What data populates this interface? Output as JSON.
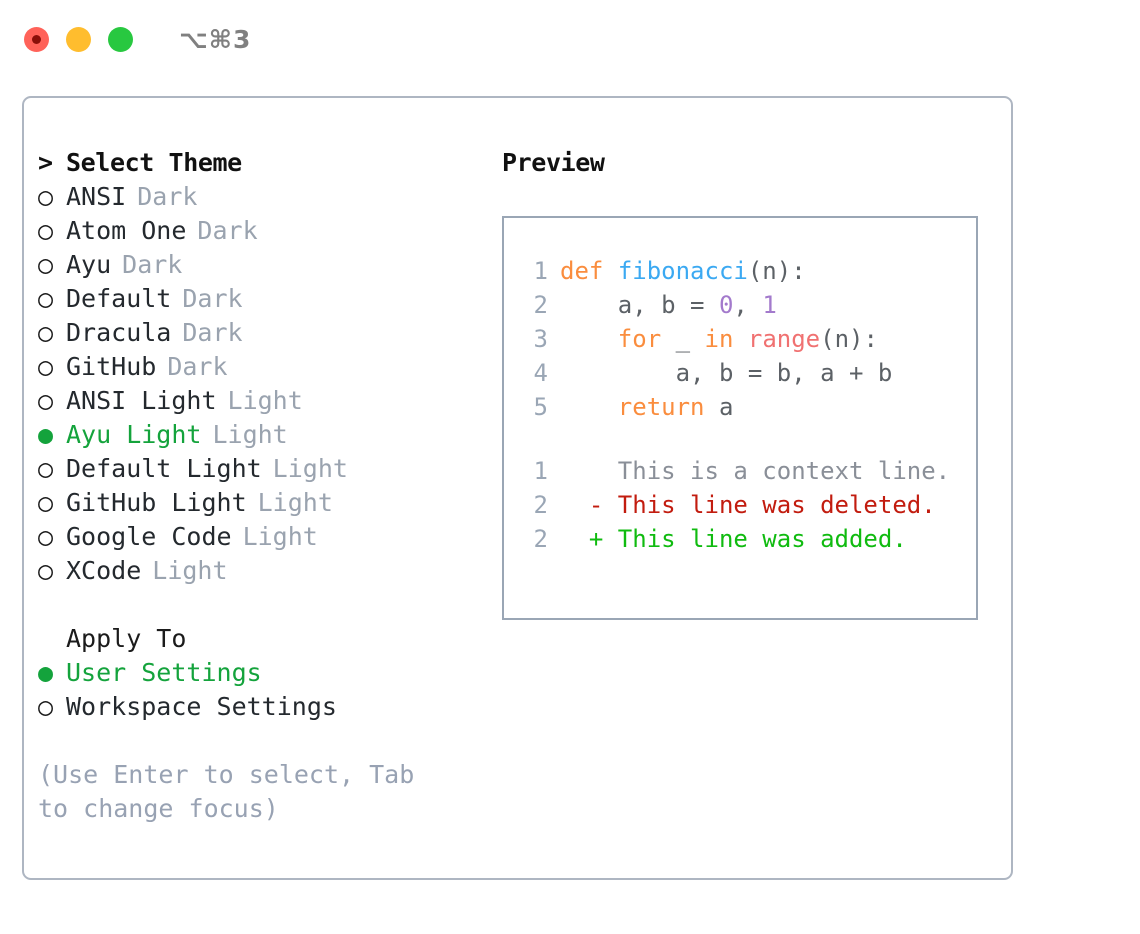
{
  "titlebar": {
    "buttons": [
      {
        "name": "close",
        "color": "#ff6259"
      },
      {
        "name": "minimize",
        "color": "#ffbd2e"
      },
      {
        "name": "maximize",
        "color": "#28c840"
      }
    ],
    "shortcut": "⌥⌘3"
  },
  "left": {
    "header": {
      "marker": ">",
      "label": "Select Theme"
    },
    "themes": [
      {
        "marker": "○",
        "label": "ANSI",
        "tag": "Dark",
        "selected": false
      },
      {
        "marker": "○",
        "label": "Atom One",
        "tag": "Dark",
        "selected": false
      },
      {
        "marker": "○",
        "label": "Ayu",
        "tag": "Dark",
        "selected": false
      },
      {
        "marker": "○",
        "label": "Default",
        "tag": "Dark",
        "selected": false
      },
      {
        "marker": "○",
        "label": "Dracula",
        "tag": "Dark",
        "selected": false
      },
      {
        "marker": "○",
        "label": "GitHub",
        "tag": "Dark",
        "selected": false
      },
      {
        "marker": "○",
        "label": "ANSI Light",
        "tag": "Light",
        "selected": false
      },
      {
        "marker": "●",
        "label": "Ayu Light",
        "tag": "Light",
        "selected": true
      },
      {
        "marker": "○",
        "label": "Default Light",
        "tag": "Light",
        "selected": false
      },
      {
        "marker": "○",
        "label": "GitHub Light",
        "tag": "Light",
        "selected": false
      },
      {
        "marker": "○",
        "label": "Google Code",
        "tag": "Light",
        "selected": false
      },
      {
        "marker": "○",
        "label": "XCode",
        "tag": "Light",
        "selected": false
      }
    ],
    "apply_to": {
      "title": "Apply To",
      "options": [
        {
          "marker": "●",
          "label": "User Settings",
          "selected": true
        },
        {
          "marker": "○",
          "label": "Workspace Settings",
          "selected": false
        }
      ]
    },
    "hint": "(Use Enter to select, Tab to change focus)"
  },
  "preview": {
    "title": "Preview",
    "code_lines": [
      {
        "no": "1",
        "tokens": [
          {
            "t": "def",
            "c": "kw"
          },
          {
            "t": " ",
            "c": "pl"
          },
          {
            "t": "fibonacci",
            "c": "fn"
          },
          {
            "t": "(n):",
            "c": "punc"
          }
        ]
      },
      {
        "no": "2",
        "tokens": [
          {
            "t": "    a, b = ",
            "c": "pl"
          },
          {
            "t": "0",
            "c": "num"
          },
          {
            "t": ", ",
            "c": "pl"
          },
          {
            "t": "1",
            "c": "num"
          }
        ]
      },
      {
        "no": "3",
        "tokens": [
          {
            "t": "    ",
            "c": "pl"
          },
          {
            "t": "for",
            "c": "kw"
          },
          {
            "t": " _ ",
            "c": "pl"
          },
          {
            "t": "in",
            "c": "kw"
          },
          {
            "t": " ",
            "c": "pl"
          },
          {
            "t": "range",
            "c": "bi"
          },
          {
            "t": "(n):",
            "c": "punc"
          }
        ]
      },
      {
        "no": "4",
        "tokens": [
          {
            "t": "        a, b = b, a + b",
            "c": "pl"
          }
        ]
      },
      {
        "no": "5",
        "tokens": [
          {
            "t": "    ",
            "c": "pl"
          },
          {
            "t": "return",
            "c": "kw"
          },
          {
            "t": " a",
            "c": "pl"
          }
        ]
      }
    ],
    "diff_lines": [
      {
        "no": "1",
        "sign": " ",
        "text": "This is a context line.",
        "kind": "ctx"
      },
      {
        "no": "2",
        "sign": "-",
        "text": "This line was deleted.",
        "kind": "del"
      },
      {
        "no": "2",
        "sign": "+",
        "text": "This line was added.",
        "kind": "add"
      }
    ]
  },
  "colors": {
    "accent_green": "#14a33c",
    "muted": "#9aa3af",
    "border": "#aeb6c2",
    "preview_border": "#9aa6b5",
    "kw_orange": "#fa8d3e",
    "fn_blue": "#3ba9f2",
    "num_purple": "#a37acc",
    "builtin_red": "#f07171",
    "diff_del": "#c21c0f",
    "diff_add": "#10bb10"
  }
}
